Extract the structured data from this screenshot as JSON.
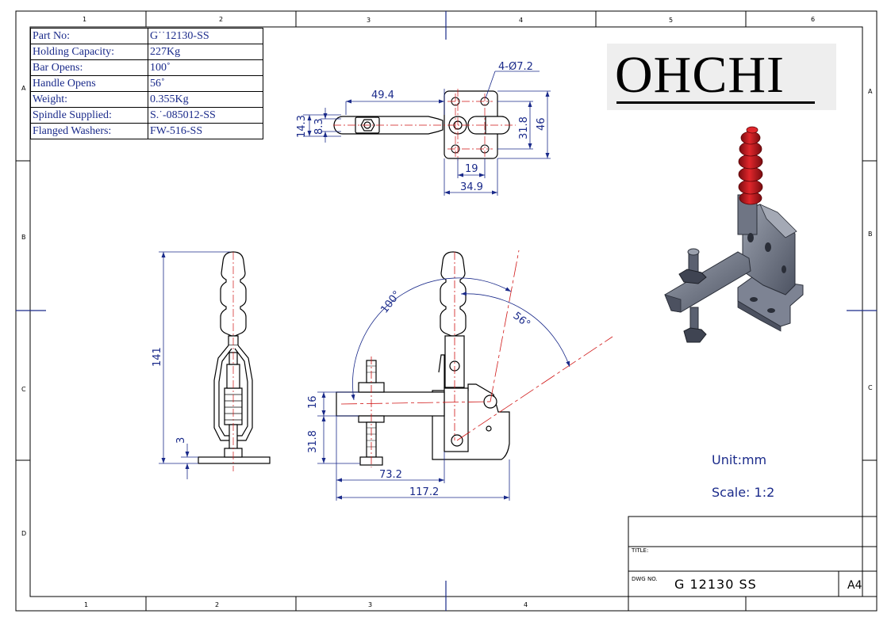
{
  "specs": [
    {
      "label": "Part No:",
      "value": "G˙˙12130-SS"
    },
    {
      "label": "Holding Capacity:",
      "value": "227Kg"
    },
    {
      "label": "Bar Opens:",
      "value": "100˚"
    },
    {
      "label": "Handle Opens",
      "value": "56˚"
    },
    {
      "label": "Weight:",
      "value": "0.355Kg"
    },
    {
      "label": "Spindle Supplied:",
      "value": "S.˙-085012-SS"
    },
    {
      "label": "Flanged Washers:",
      "value": "FW-516-SS"
    }
  ],
  "logo": {
    "text": "OHCHI"
  },
  "notes": {
    "unit": "Unit:mm",
    "scale": "Scale: 1:2"
  },
  "title_block": {
    "title_label": "TITLE:",
    "dwg_label": "DWG NO.",
    "dwg_no": "G   12130 SS",
    "sheet_size": "A4"
  },
  "dimensions": {
    "top_view": {
      "length": "49.4",
      "holes": "4-Ø7.2",
      "h1": "14.3",
      "h2": "8.3",
      "base_h1": "31.8",
      "base_h2": "46",
      "base_w1": "19",
      "base_w2": "34.9"
    },
    "side_view": {
      "height": "141",
      "base": "3"
    },
    "front_view": {
      "angle_bar": "100°",
      "angle_handle": "56°",
      "arm_h": "16",
      "spindle_h": "31.8",
      "reach": "73.2",
      "overall": "117.2"
    }
  },
  "zones": {
    "columns_top": [
      "1",
      "2",
      "3",
      "4",
      "5",
      "6"
    ],
    "columns_bottom": [
      "1",
      "2",
      "3",
      "4"
    ],
    "rows": [
      "A",
      "B",
      "C",
      "D"
    ]
  },
  "colors": {
    "dimension": "#1a2a8a",
    "centerline": "#d01515",
    "handle_grip": "#c0171b",
    "part_body": "#6f7584"
  }
}
